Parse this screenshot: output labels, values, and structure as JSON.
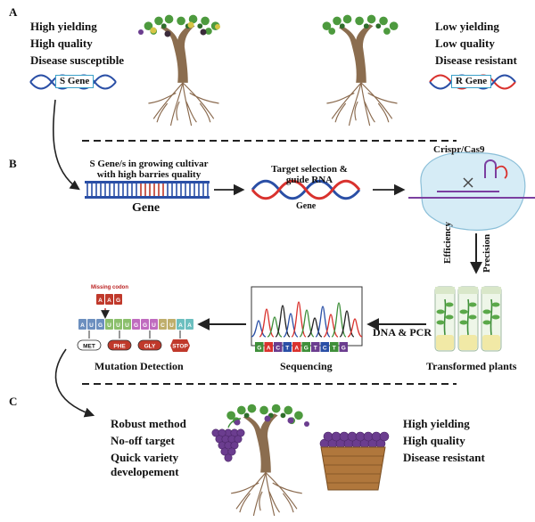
{
  "sections": {
    "a": "A",
    "b": "B",
    "c": "C"
  },
  "top_left": {
    "traits": [
      "High yielding",
      "High quality",
      "Disease susceptible"
    ],
    "gene": "S Gene"
  },
  "top_right": {
    "traits": [
      "Low yielding",
      "Low quality",
      "Disease resistant"
    ],
    "gene": "R Gene"
  },
  "pipeline": {
    "gene_caption": "S Gene/s in growing cultivar\nwith high barries quality",
    "gene_label": "Gene",
    "target_caption": "Target selection &\nguide RNA",
    "target_gene": "Gene",
    "crispr": "Crispr/Cas9",
    "efficiency": "Efficiency",
    "precision": "Precision",
    "dna_pcr": "DNA & PCR",
    "transformed": "Transformed plants",
    "sequencing": "Sequencing",
    "mutation": "Mutation Detection",
    "missing_codon": "Missing codon",
    "missing_letters": [
      "A",
      "A",
      "G"
    ],
    "rna_letters": [
      "A",
      "U",
      "G",
      "U",
      "U",
      "U",
      "G",
      "G",
      "U",
      "C",
      "U",
      "A",
      "A"
    ],
    "amino_acids": [
      "MET",
      "PHE",
      "GLY",
      "STOP"
    ],
    "dna_letters": [
      "G",
      "A",
      "C",
      "T",
      "A",
      "G",
      "T",
      "C",
      "T",
      "G"
    ]
  },
  "bottom_left": [
    "Robust method",
    "No-off target",
    "Quick variety\ndevelopement"
  ],
  "bottom_right": [
    "High yielding",
    "High quality",
    "Disease resistant"
  ],
  "colors": {
    "dna_blue": "#2a4fa6",
    "dna_red": "#d9322e",
    "arrow": "#222222",
    "root": "#8a6a4e",
    "trunk": "#8b6d4f",
    "grape": "#6b3d8f",
    "leaf": "#3f8f3a"
  }
}
